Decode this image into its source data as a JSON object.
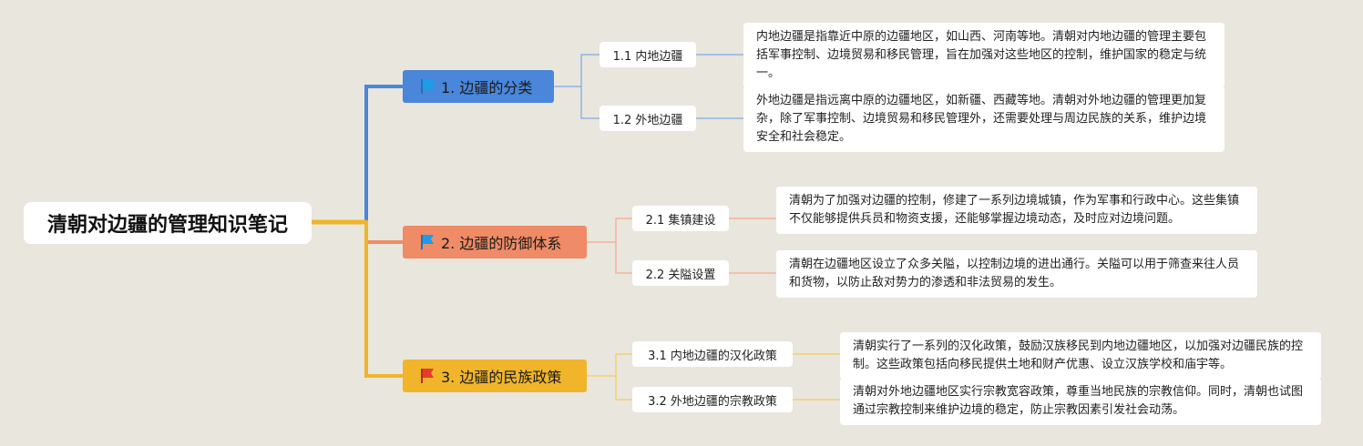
{
  "root": {
    "title": "清朝对边疆的管理知识笔记"
  },
  "colors": {
    "branch1": "#4a86d9",
    "branch2": "#ef8b66",
    "branch3": "#f0b52a",
    "icon_blue": "#1e9be9",
    "icon_red": "#e53b2c"
  },
  "branches": [
    {
      "label": "1. 边疆的分类",
      "icon": "blue-flag-icon",
      "children": [
        {
          "label": "1.1 内地边疆",
          "desc": "内地边疆是指靠近中原的边疆地区，如山西、河南等地。清朝对内地边疆的管理主要包括军事控制、边境贸易和移民管理，旨在加强对这些地区的控制，维护国家的稳定与统一。"
        },
        {
          "label": "1.2 外地边疆",
          "desc": "外地边疆是指远离中原的边疆地区，如新疆、西藏等地。清朝对外地边疆的管理更加复杂，除了军事控制、边境贸易和移民管理外，还需要处理与周边民族的关系，维护边境安全和社会稳定。"
        }
      ]
    },
    {
      "label": "2. 边疆的防御体系",
      "icon": "blue-flag-icon",
      "children": [
        {
          "label": "2.1 集镇建设",
          "desc": "清朝为了加强对边疆的控制，修建了一系列边境城镇，作为军事和行政中心。这些集镇不仅能够提供兵员和物资支援，还能够掌握边境动态，及时应对边境问题。"
        },
        {
          "label": "2.2 关隘设置",
          "desc": "清朝在边疆地区设立了众多关隘，以控制边境的进出通行。关隘可以用于筛查来往人员和货物，以防止敌对势力的渗透和非法贸易的发生。"
        }
      ]
    },
    {
      "label": "3. 边疆的民族政策",
      "icon": "red-flag-icon",
      "children": [
        {
          "label": "3.1 内地边疆的汉化政策",
          "desc": "清朝实行了一系列的汉化政策，鼓励汉族移民到内地边疆地区，以加强对边疆民族的控制。这些政策包括向移民提供土地和财产优惠、设立汉族学校和庙宇等。"
        },
        {
          "label": "3.2 外地边疆的宗教政策",
          "desc": "清朝对外地边疆地区实行宗教宽容政策，尊重当地民族的宗教信仰。同时，清朝也试图通过宗教控制来维护边境的稳定，防止宗教因素引发社会动荡。"
        }
      ]
    }
  ]
}
